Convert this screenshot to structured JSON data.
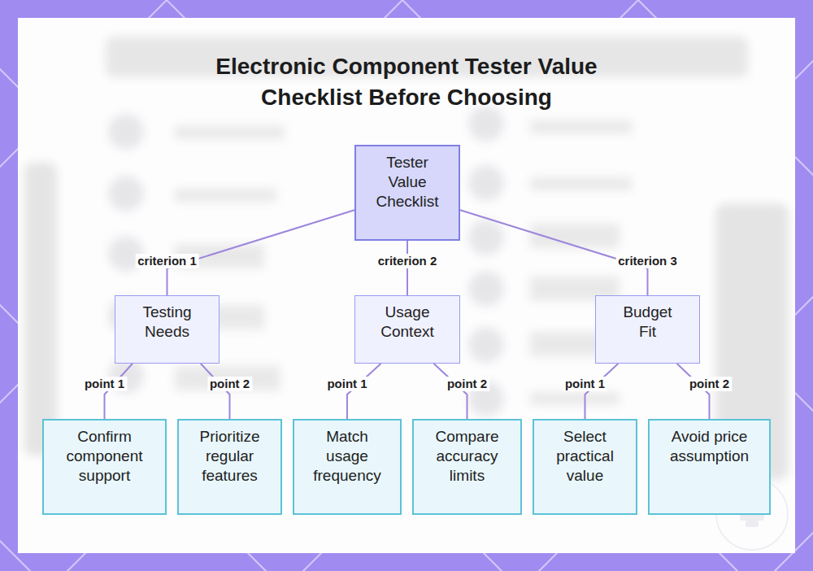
{
  "diagram": {
    "title": "Electronic Component Tester Value Checklist Before Choosing",
    "nodes": [
      {
        "text": [
          "Tester Value Checklist"
        ]
      },
      {
        "text": [
          "Testing Needs"
        ]
      },
      {
        "text": [
          "Usage Context"
        ]
      },
      {
        "text": [
          "Budget Fit"
        ]
      },
      {
        "text": [
          "Confirm component support"
        ]
      },
      {
        "text": [
          "Prioritize regular features"
        ]
      },
      {
        "text": [
          "Match usage frequency"
        ]
      },
      {
        "text": [
          "Compare accuracy limits"
        ]
      },
      {
        "text": [
          "Select practical value"
        ]
      },
      {
        "text": [
          "Avoid price assumption"
        ]
      }
    ],
    "edges": [
      {
        "from": 0,
        "to": 1,
        "label": "criterion 1",
        "arrow": "none"
      },
      {
        "from": 0,
        "to": 2,
        "label": "criterion 2",
        "arrow": "none"
      },
      {
        "from": 0,
        "to": 3,
        "label": "criterion 3",
        "arrow": "none"
      },
      {
        "from": 1,
        "to": 4,
        "label": "point 1",
        "arrow": "none"
      },
      {
        "from": 1,
        "to": 5,
        "label": "point 2",
        "arrow": "none"
      },
      {
        "from": 2,
        "to": 6,
        "label": "point 1",
        "arrow": "none"
      },
      {
        "from": 2,
        "to": 7,
        "label": "point 2",
        "arrow": "none"
      },
      {
        "from": 3,
        "to": 8,
        "label": "point 1",
        "arrow": "none"
      },
      {
        "from": 3,
        "to": 9,
        "label": "point 2",
        "arrow": "none"
      }
    ]
  }
}
